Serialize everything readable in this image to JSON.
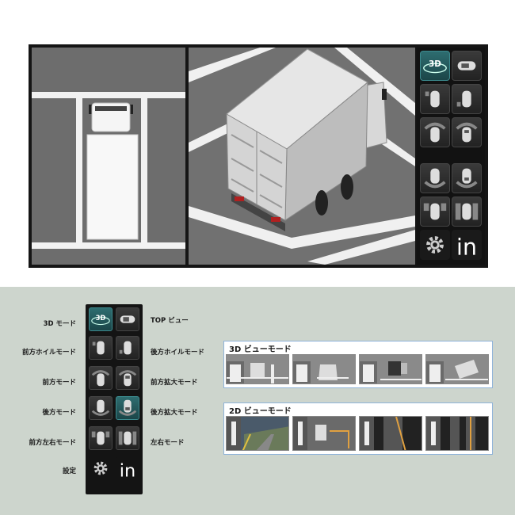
{
  "legend": {
    "labels_left": [
      {
        "id": "3d",
        "text": "3D モード"
      },
      {
        "id": "front-wheel",
        "text": "前方ホイルモード"
      },
      {
        "id": "front",
        "text": "前方モード"
      },
      {
        "id": "rear",
        "text": "後方モード"
      },
      {
        "id": "front-lr",
        "text": "前方左右モード"
      },
      {
        "id": "settings",
        "text": "設定"
      }
    ],
    "labels_right": [
      {
        "id": "top-view",
        "text": "TOP ビュー"
      },
      {
        "id": "rear-wheel",
        "text": "後方ホイルモード"
      },
      {
        "id": "front-zoom",
        "text": "前方拡大モード"
      },
      {
        "id": "rear-zoom",
        "text": "後方拡大モード"
      },
      {
        "id": "lr",
        "text": "左右モード"
      }
    ],
    "view3d_title": "3D ビューモード",
    "view2d_title": "2D ビューモード"
  },
  "buttons": {
    "btn3d_label": "3D",
    "in_label": "in"
  },
  "colors": {
    "active_button": "#2e6d70",
    "panel_bg": "#121212",
    "legend_bg": "#cdd5cd",
    "mode_box_border": "#8fb3d9"
  }
}
